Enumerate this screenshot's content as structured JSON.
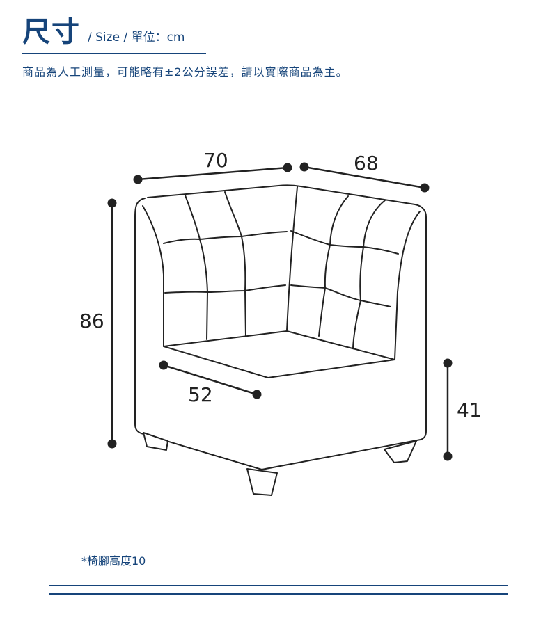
{
  "header": {
    "title": "尺寸",
    "subtitle": "/  Size  /  單位：cm"
  },
  "note": "商品為人工測量，可能略有±2公分誤差，請以實際商品為主。",
  "dimensions": {
    "width_back": "70",
    "depth_side": "68",
    "height": "86",
    "seat_depth": "52",
    "seat_height": "41"
  },
  "leg_note": "*椅腳高度10",
  "colors": {
    "accent": "#16447a",
    "line": "#222222"
  }
}
